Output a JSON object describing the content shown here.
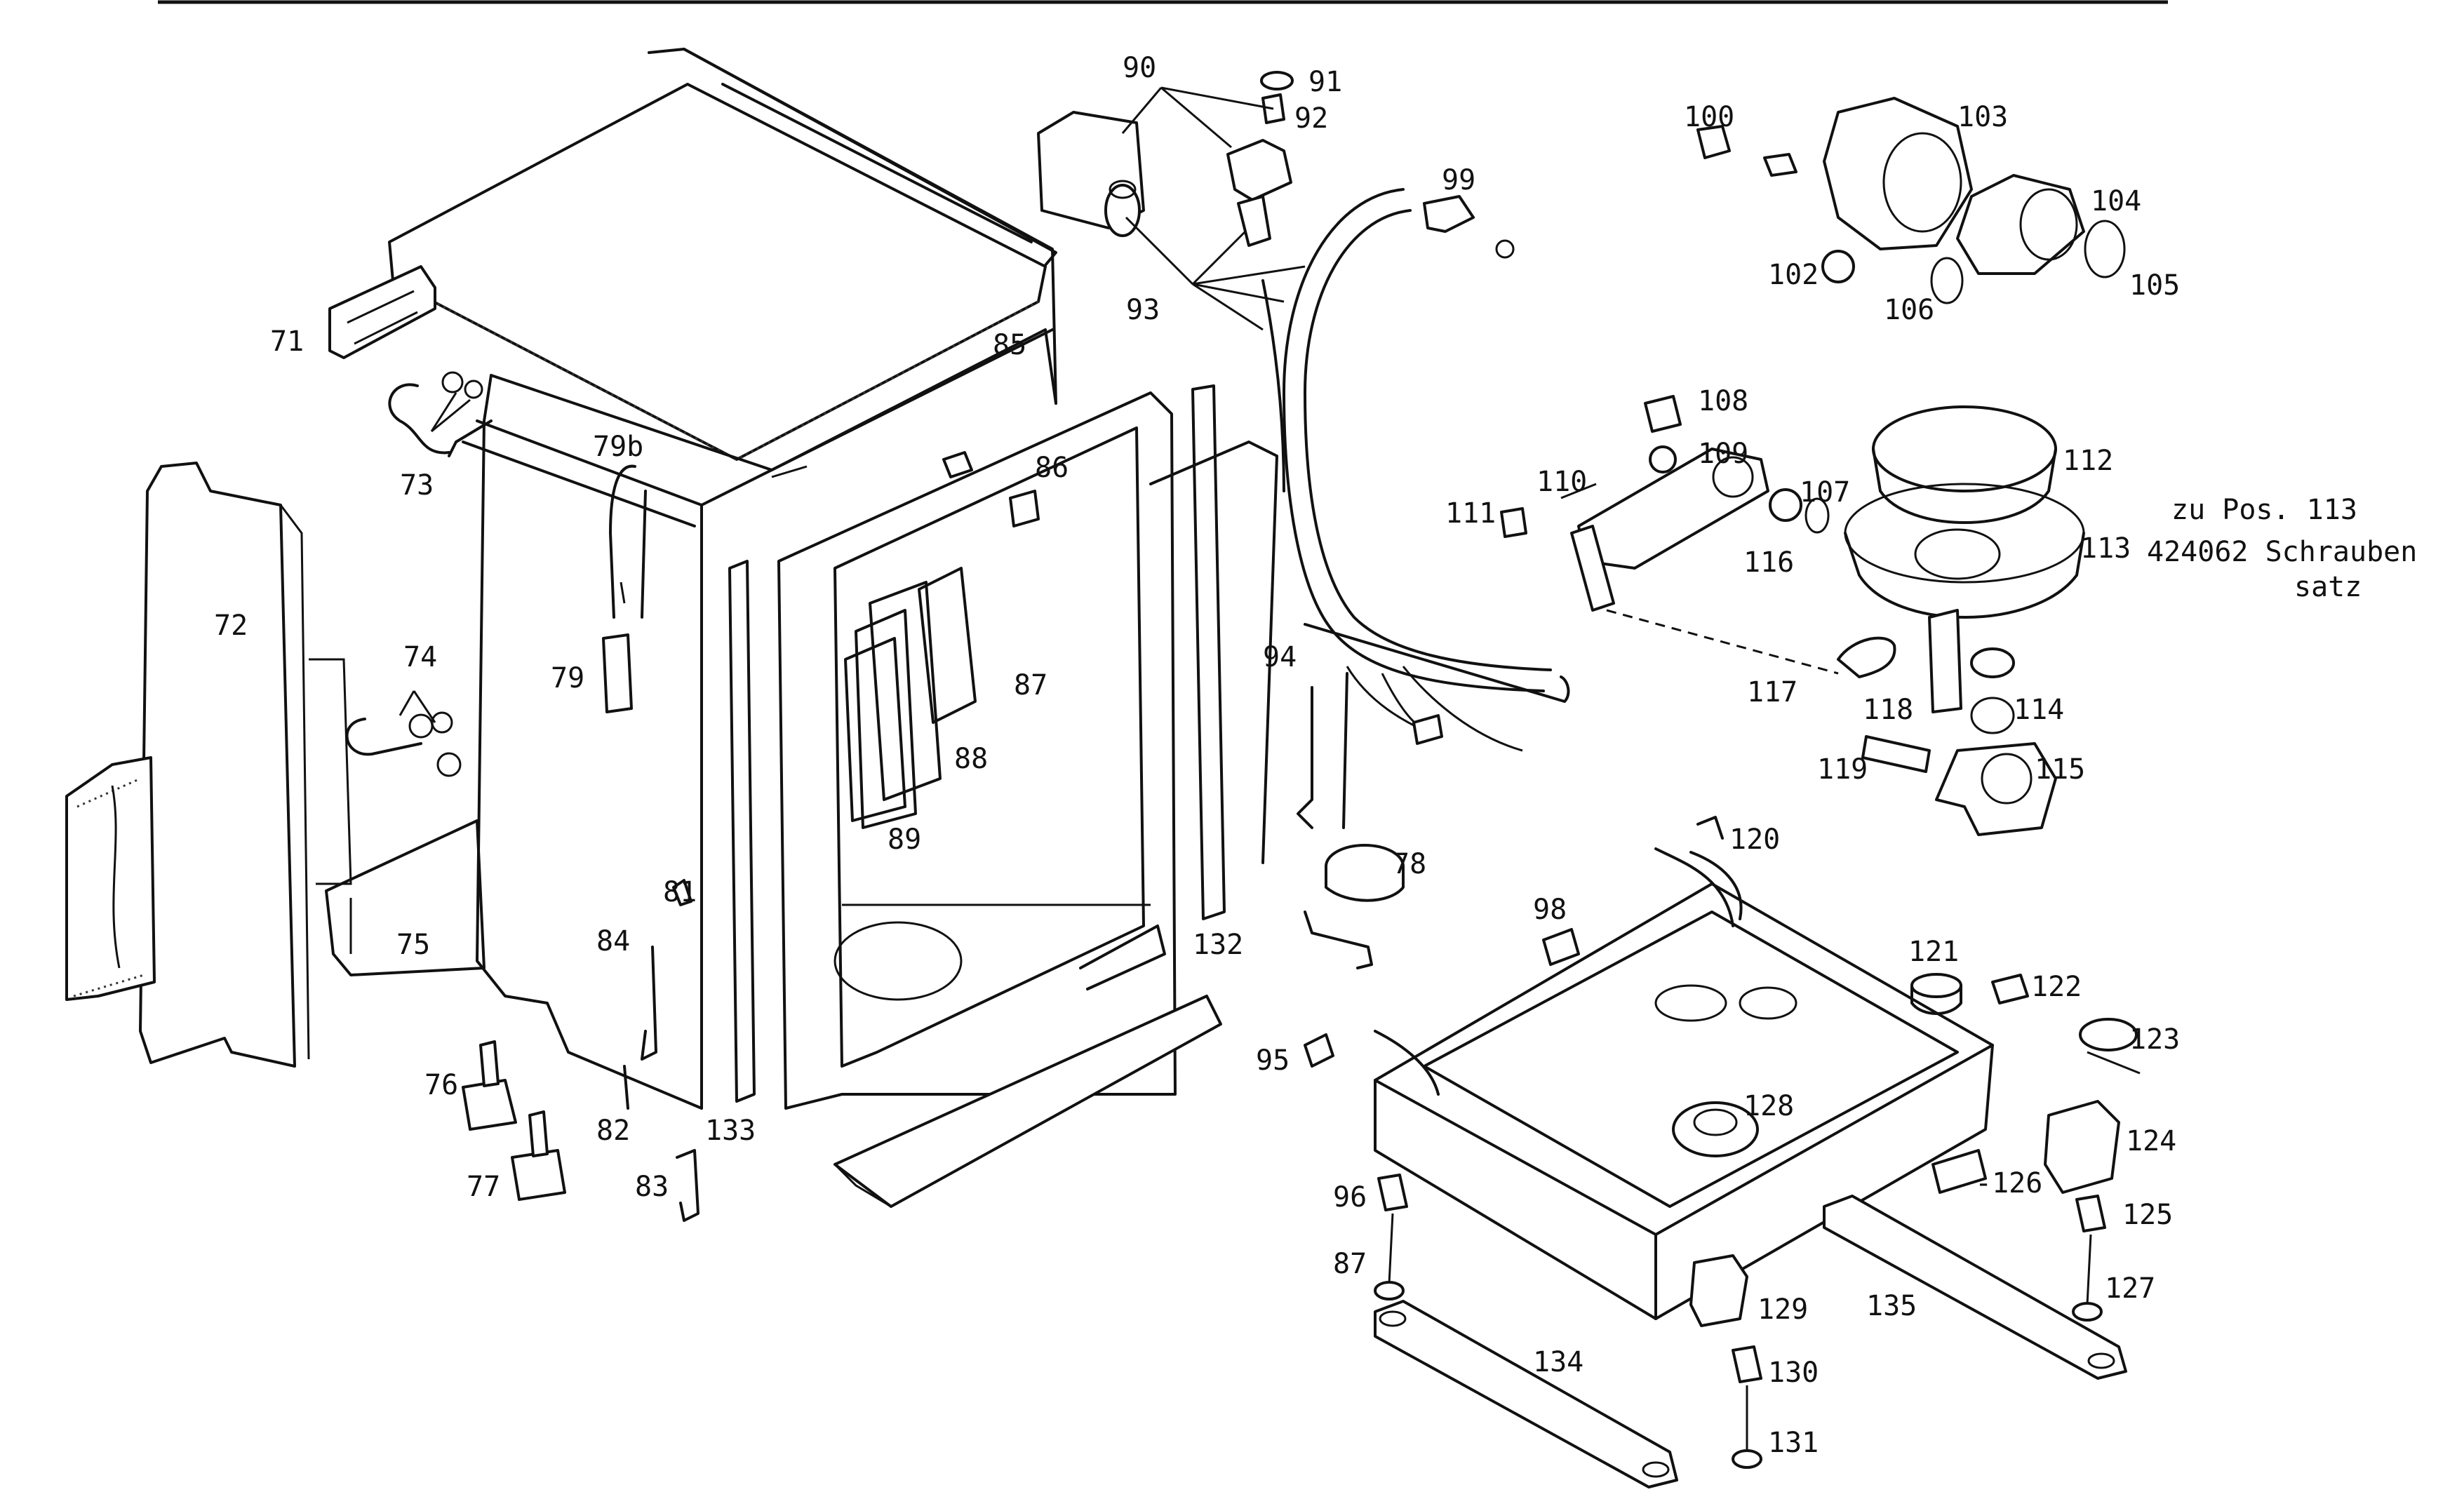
{
  "diagram": {
    "type": "exploded-parts-drawing",
    "labels": {
      "p71": "71",
      "p72": "72",
      "p73": "73",
      "p74": "74",
      "p75": "75",
      "p76": "76",
      "p77": "77",
      "p78": "78",
      "p79": "79",
      "p79b": "79b",
      "p81": "81",
      "p82": "82",
      "p83": "83",
      "p84": "84",
      "p85": "85",
      "p86": "86",
      "p87a": "87",
      "p87b": "87",
      "p88": "88",
      "p89": "89",
      "p90": "90",
      "p91": "91",
      "p92": "92",
      "p93": "93",
      "p94": "94",
      "p95": "95",
      "p96": "96",
      "p98": "98",
      "p99": "99",
      "p100": "100",
      "p102": "102",
      "p103": "103",
      "p104": "104",
      "p105": "105",
      "p106": "106",
      "p107": "107",
      "p108": "108",
      "p109": "109",
      "p110": "110",
      "p111": "111",
      "p112": "112",
      "p113": "113",
      "p114": "114",
      "p115": "115",
      "p116": "116",
      "p117": "117",
      "p118": "118",
      "p119": "119",
      "p120": "120",
      "p121": "121",
      "p122": "122",
      "p123": "123",
      "p124": "124",
      "p125": "125",
      "p126": "-126",
      "p127": "127",
      "p128": "128",
      "p129": "129",
      "p130": "130",
      "p131": "131",
      "p132": "132",
      "p133": "133",
      "p134": "134",
      "p135": "135"
    },
    "note": {
      "line1": "zu Pos. 113",
      "line2": "424062 Schrauben",
      "line3": "satz"
    }
  }
}
